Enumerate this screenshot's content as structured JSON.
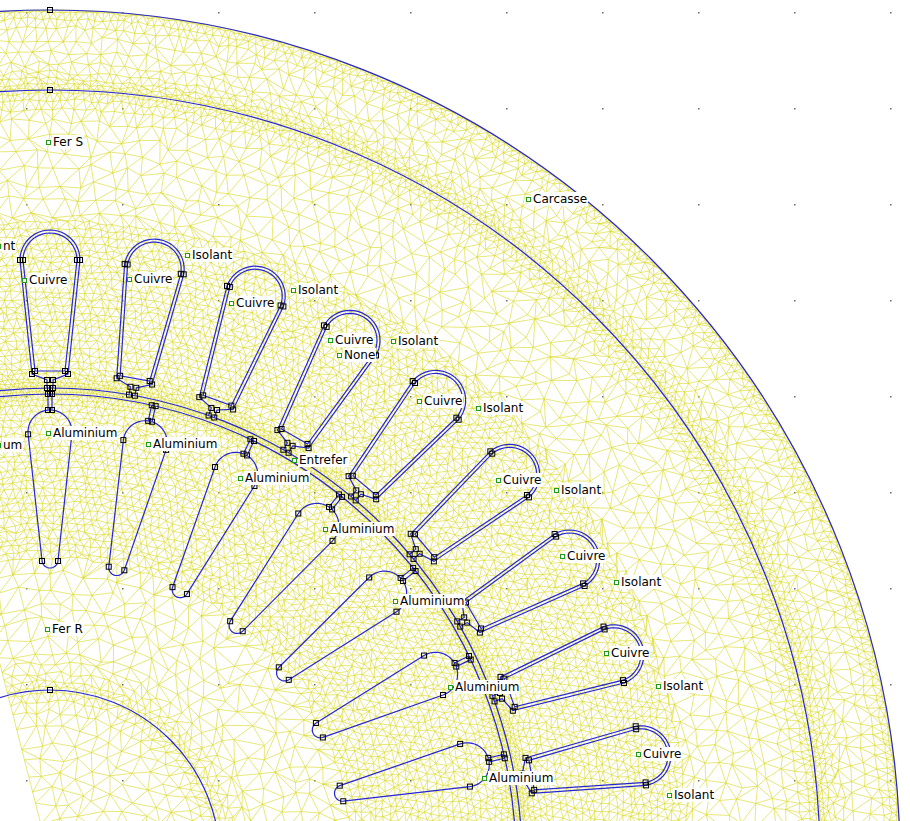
{
  "diagram": {
    "labels": [
      "Fer S",
      "Carcasse",
      "nt",
      "Isolant",
      "Cuivre",
      "Cuivre",
      "Isolant",
      "Cuivre",
      "Cuivre",
      "Isolant",
      "None",
      "Cuivre",
      "Isolant",
      "Aluminium",
      "um",
      "Aluminium",
      "Entrefer",
      "Aluminium",
      "Cuivre",
      "Isolant",
      "Aluminium",
      "Cuivre",
      "Isolant",
      "Aluminium",
      "Fer R",
      "Cuivre",
      "Isolant",
      "Aluminium",
      "Cuivre",
      "Aluminium",
      "Isolant"
    ]
  }
}
